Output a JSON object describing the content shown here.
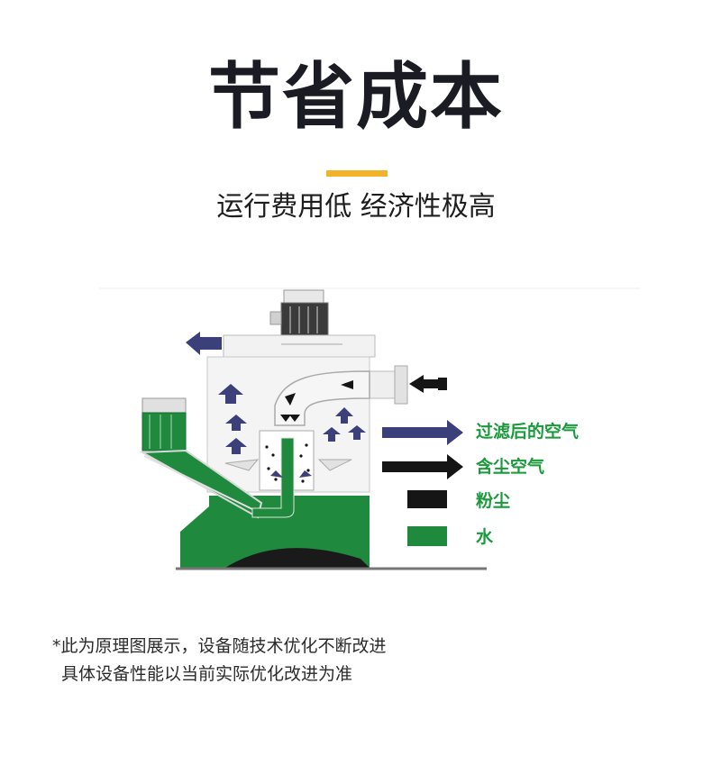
{
  "header": {
    "title": "节省成本",
    "subtitle": "运行费用低 经济性极高"
  },
  "legend": {
    "items": [
      {
        "label": "过滤后的空气",
        "swatch": "arrow",
        "color": "#3b3f7a"
      },
      {
        "label": "含尘空气",
        "swatch": "arrow",
        "color": "#151515"
      },
      {
        "label": "粉尘",
        "swatch": "box",
        "color": "#151515"
      },
      {
        "label": "水",
        "swatch": "box",
        "color": "#1f8a3d"
      }
    ]
  },
  "colors": {
    "water": "#1f8a3d",
    "filtered_air": "#3b3f7a",
    "dusty_air": "#151515",
    "accent": "#f2b32b"
  },
  "footnote": {
    "line1": "*此为原理图展示，设备随技术优化不断改进",
    "line2": "具体设备性能以当前实际优化改进为准"
  }
}
